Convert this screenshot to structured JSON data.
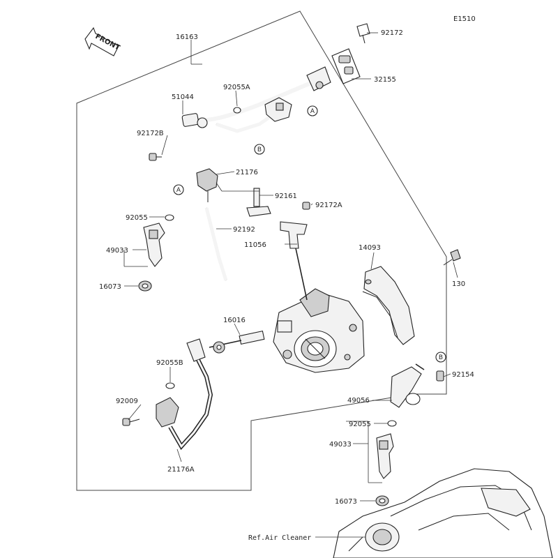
{
  "diagram_code": "E1510",
  "front_label": "FRONT",
  "ref_label": "Ref.Air Cleaner",
  "callouts": {
    "A": "A",
    "B": "B"
  },
  "parts": {
    "p16163": "16163",
    "p92172": "92172",
    "p32155": "32155",
    "p92055A": "92055A",
    "p51044": "51044",
    "p92172B": "92172B",
    "p21176": "21176",
    "p92161": "92161",
    "p92172A": "92172A",
    "p92192": "92192",
    "p11056": "11056",
    "p92055_top": "92055",
    "p49033_top": "49033",
    "p16073_top": "16073",
    "p14093": "14093",
    "p130": "130",
    "p16016": "16016",
    "p92055B": "92055B",
    "p92009": "92009",
    "p21176A": "21176A",
    "p92154": "92154",
    "p49056": "49056",
    "p92055_bot": "92055",
    "p49033_bot": "49033",
    "p16073_bot": "16073"
  }
}
